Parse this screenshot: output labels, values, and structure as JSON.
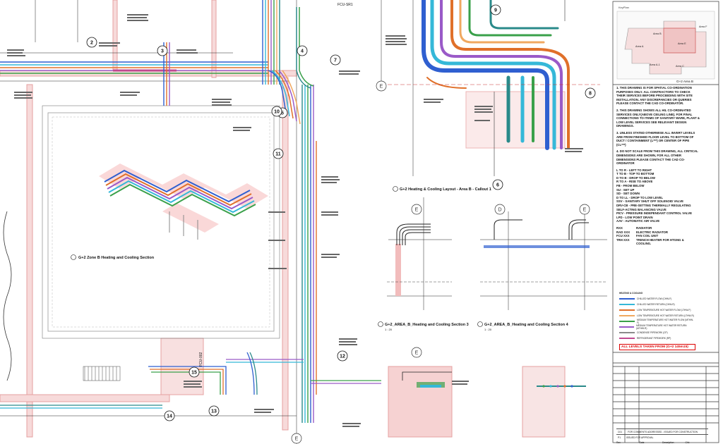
{
  "sheet": {
    "section_title": "G+2 Zone B Heating and Cooling Section",
    "callout_title": "G+2 Heating & Cooling Layout - Area B - Callout 1",
    "section_3_title": "G+2_AREA_B_Heating and Cooling Section 3",
    "section_4_title": "G+2_AREA_B_Heating and Cooling Section 4",
    "scale_label": "1 : 20",
    "fcu_label": "FCU-SR1",
    "fcu_label_2": "FCU-002"
  },
  "grid_bubbles": [
    "2",
    "3",
    "4",
    "5",
    "6",
    "7",
    "8",
    "9",
    "10",
    "11",
    "12",
    "13",
    "14",
    "15"
  ],
  "grid_letters": [
    "E",
    "D",
    "E",
    "E",
    "E",
    "E"
  ],
  "key_plan": {
    "title": "KeyPlan",
    "caption": "G+2 Area B",
    "areas": [
      "Area F",
      "Area B",
      "Area E",
      "Area A",
      "Area A-1",
      "Area C"
    ]
  },
  "notes": {
    "n1": "1. THIS DRAWING IS FOR SPATIAL CO-ORDINATION PURPOSES ONLY. ALL CONTRACTORS TO CHECK THEIR SERVICES BEFORE PROCEEDING WITH SITE INSTALLATION. ANY DISCREPANCIES OR QUERIES PLEASE CONTACT THE CAD CO-ORDINATOR.",
    "n2": "2. THIS DRAWING SHOWS ALL HIL CO-ORDINATED SERVICES ONLY(ABOVE CEILING LINE). FOR FINAL CONNECTIONS TO ITEMS OF SANITARY WARE, PLANT & LOW LEVEL SERVICES SEE RELEVANT DESIGN DRAWINGS.",
    "n3": "3. UNLESS STATED OTHERWISE ALL INVERT LEVELS ARE FROM FINISHED FLOOR LEVEL TO BOTTOM OF DUCT / CONTAINMENT (L***) OR CENTER OF PIPE (CL***)",
    "n4": "4. DO NOT SCALE FROM THIS DRAWING, ALL CRITICAL DIMENSIONS ARE SHOWN, FOR ALL OTHER DIMENSIONS PLEASE CONTACT THE CAD CO-ORDINATOR",
    "abbreviations": [
      "L TO R - LEFT TO RIGHT",
      "T TO B - TOP TO BOTTOM",
      "D TO B - DROP TO BELOW",
      "R TO A - RISE TO ABOVE",
      "FB - FROM BELOW",
      "SU - SET UP",
      "SD - SET DOWN",
      "D TO LL - DROP TO LOW LEVEL",
      "SSV - SANITARY SHUT OFF SOLENOID VALVE",
      "DRV-CB - PRE-SETTING THERMALLY REGULATING SELF-ACTING BALANCING VALVE",
      "PICV - PRESSURE INDEPENDANT CONTROL VALVE",
      "LPD - LOW POINT DRAIN",
      "AAV - AUTOMATIC AIR VALVE"
    ],
    "equipment": [
      {
        "code": "RXX",
        "desc": "RADIATOR"
      },
      {
        "code": "RAD XXX",
        "desc": "ELECTRIC RADIATOR"
      },
      {
        "code": "FCU XXX",
        "desc": "FAN COIL UNIT"
      },
      {
        "code": "TRH XXX",
        "desc": "TRENCH HEATER FOR HTGNG & COOLING."
      }
    ]
  },
  "legend": {
    "title": "HEATING & COOLING",
    "rows": [
      {
        "label": "CHILLED WATER FLOW (CHW-F)",
        "color": "#2f5fd0"
      },
      {
        "label": "CHILLED WATER RETURN (CHW-R)",
        "color": "#35b8d8"
      },
      {
        "label": "LOW TEMPERATURE HOT WATER FLOW (LTHW-F)",
        "color": "#e0702a"
      },
      {
        "label": "LOW TEMPERATURE HOT WATER RETURN (LTHW-R)",
        "color": "#f0a860"
      },
      {
        "label": "MEDIUM TEMPERATURE HOT WATER FLOW (MTHW-F)",
        "color": "#3aa04a"
      },
      {
        "label": "MEDIUM TEMPERATURE HOT WATER RETURN (MTHW-R)",
        "color": "#9a5ac8"
      },
      {
        "label": "CONDENSE PIPEWORK (CP)",
        "color": "#8a8a8a"
      },
      {
        "label": "REFRIGERANT PIPEWORK (RP)",
        "color": "#c04a90"
      }
    ]
  },
  "levels_note": "ALL LEVELS TAKEN FROM (G+2 145m15)",
  "revisions": [
    {
      "rev": "C01",
      "date": "",
      "desc": "FOR COMMENTS ADDRESSED - ISSUED FOR CONSTRUCTION"
    },
    {
      "rev": "P1",
      "date": "",
      "desc": "ISSUED FOR APPROVAL"
    }
  ],
  "rev_headers": [
    "Rev",
    "Date",
    "Description",
    "Chk"
  ],
  "colors": {
    "chw_flow": "#2f5fd0",
    "chw_return": "#35b8d8",
    "lthw_flow": "#e0702a",
    "lthw_return": "#f0a860",
    "mthw_flow": "#3aa04a",
    "purple": "#9a5ac8",
    "wall_pink": "#f3c6c6",
    "teal": "#2a8a8a"
  }
}
